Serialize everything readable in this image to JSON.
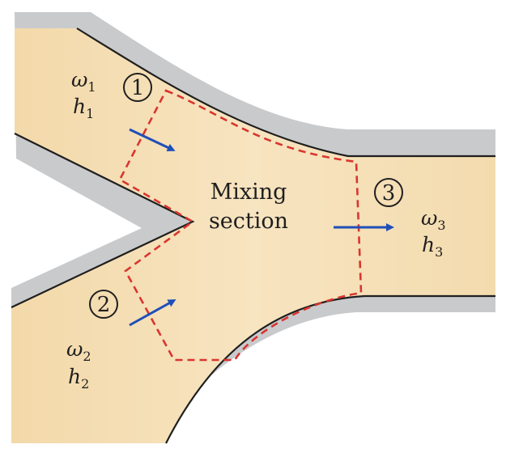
{
  "diagram": {
    "center_label": {
      "line1": "Mixing",
      "line2": "section"
    },
    "states": [
      {
        "number": "1",
        "omega": "ω",
        "omega_sub": "1",
        "h": "h",
        "h_sub": "1"
      },
      {
        "number": "2",
        "omega": "ω",
        "omega_sub": "2",
        "h": "h",
        "h_sub": "2"
      },
      {
        "number": "3",
        "omega": "ω",
        "omega_sub": "3",
        "h": "h",
        "h_sub": "3"
      }
    ],
    "colors": {
      "pipe_wall": "#c9cacc",
      "fluid": "#f4ddb4",
      "fluid_light": "#f8e8cb",
      "control_volume": "#d9352f",
      "flow_arrow": "#1f4fb8",
      "outline": "#1f1f1f"
    }
  }
}
